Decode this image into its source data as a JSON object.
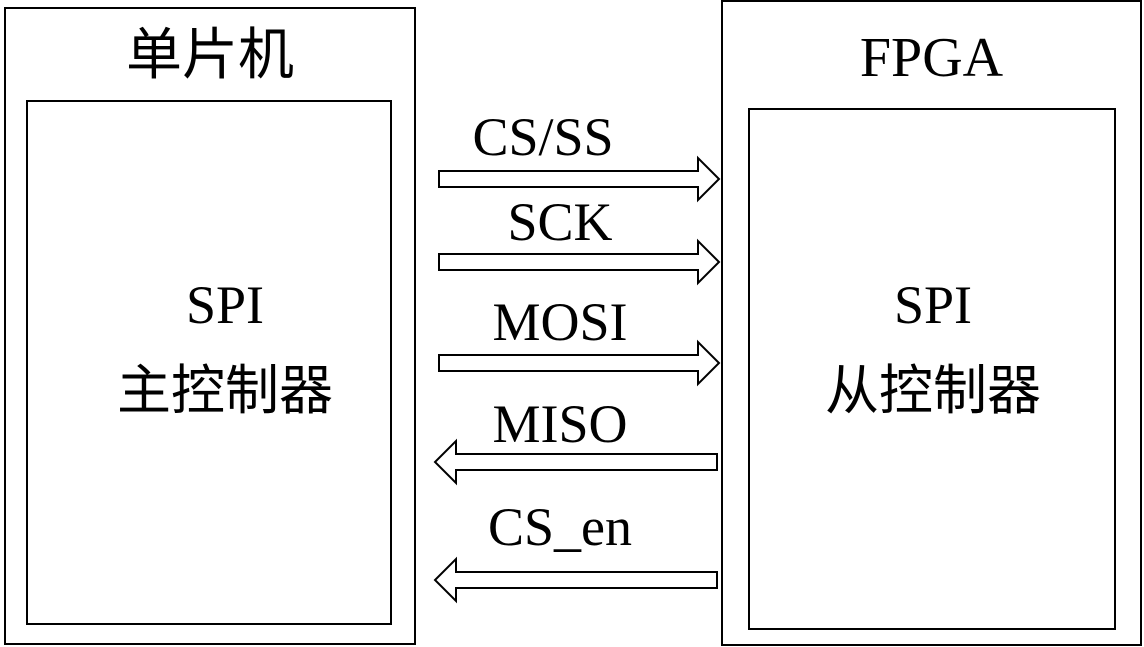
{
  "mcu": {
    "title": "单片机",
    "controller_line1": "SPI",
    "controller_line2": "主控制器"
  },
  "fpga": {
    "title": "FPGA",
    "controller_line1": "SPI",
    "controller_line2": "从控制器"
  },
  "signals": [
    {
      "label": "CS/SS",
      "direction": "right"
    },
    {
      "label": "SCK",
      "direction": "right"
    },
    {
      "label": "MOSI",
      "direction": "right"
    },
    {
      "label": "MISO",
      "direction": "left"
    },
    {
      "label": "CS_en",
      "direction": "left"
    }
  ]
}
